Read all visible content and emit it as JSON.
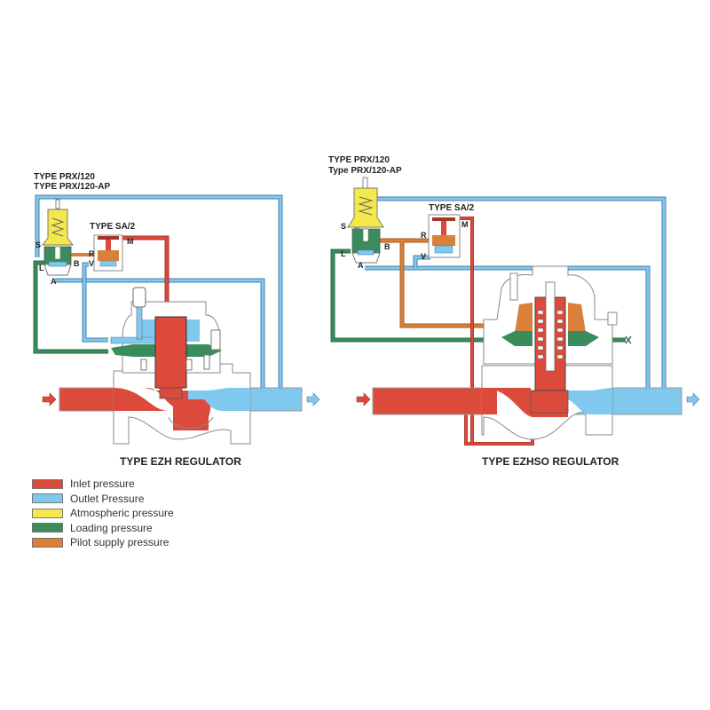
{
  "colors": {
    "inlet": "#dc4a3c",
    "outlet": "#80c8ee",
    "atmospheric": "#f4e84a",
    "loading": "#3a8c5c",
    "pilot_supply": "#d9803a",
    "body_outline": "#8a8a8a",
    "pipe_edge": "#4a7fa8"
  },
  "left_diagram": {
    "pilot_label_1": "TYPE PRX/120",
    "pilot_label_2": "TYPE PRX/120-AP",
    "sa2_label": "TYPE SA/2",
    "ports": {
      "S": "S",
      "L": "L",
      "A": "A",
      "B": "B",
      "R": "R",
      "V": "V",
      "M": "M"
    },
    "caption": "TYPE EZH REGULATOR"
  },
  "right_diagram": {
    "pilot_label_1": "TYPE PRX/120",
    "pilot_label_2": "Type PRX/120-AP",
    "sa2_label": "TYPE SA/2",
    "ports": {
      "S": "S",
      "L": "L",
      "A": "A",
      "B": "B",
      "R": "R",
      "V": "V",
      "M": "M"
    },
    "caption": "TYPE EZHSO REGULATOR"
  },
  "legend": [
    {
      "label": "Inlet pressure",
      "color": "#dc4a3c"
    },
    {
      "label": "Outlet Pressure",
      "color": "#80c8ee"
    },
    {
      "label": "Atmospheric pressure",
      "color": "#f4e84a"
    },
    {
      "label": "Loading pressure",
      "color": "#3a8c5c"
    },
    {
      "label": "Pilot supply pressure",
      "color": "#d9803a"
    }
  ]
}
